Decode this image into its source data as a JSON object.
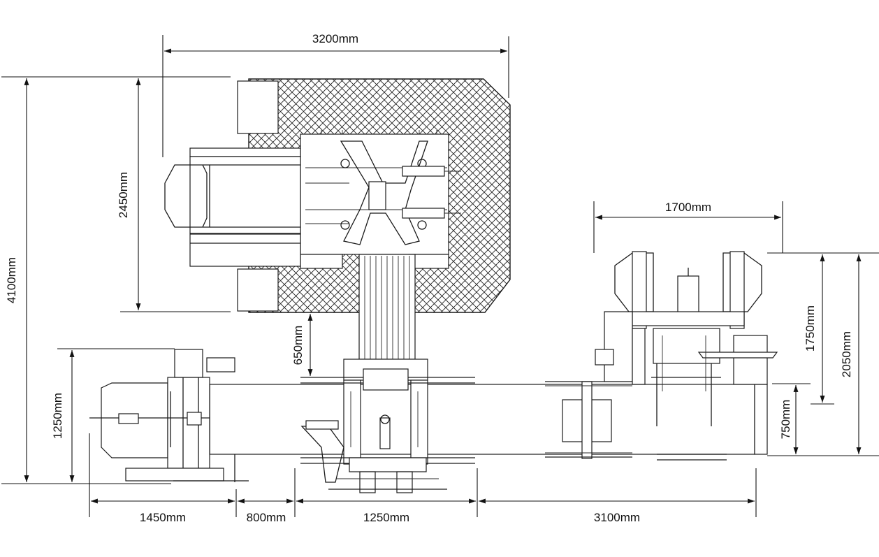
{
  "dimensions": {
    "top_width": "3200mm",
    "total_height": "4100mm",
    "machine_height": "2450mm",
    "gap_height": "650mm",
    "left_unit_height": "1250mm",
    "right_unit_width": "1700mm",
    "right_unit_depth": "1750mm",
    "right_total_depth": "2050mm",
    "right_base_depth": "750mm",
    "bottom_seg_1": "1450mm",
    "bottom_seg_2": "800mm",
    "bottom_seg_3": "1250mm",
    "bottom_seg_4": "3100mm"
  },
  "colors": {
    "line": "#1a1a1a",
    "background": "#ffffff"
  }
}
